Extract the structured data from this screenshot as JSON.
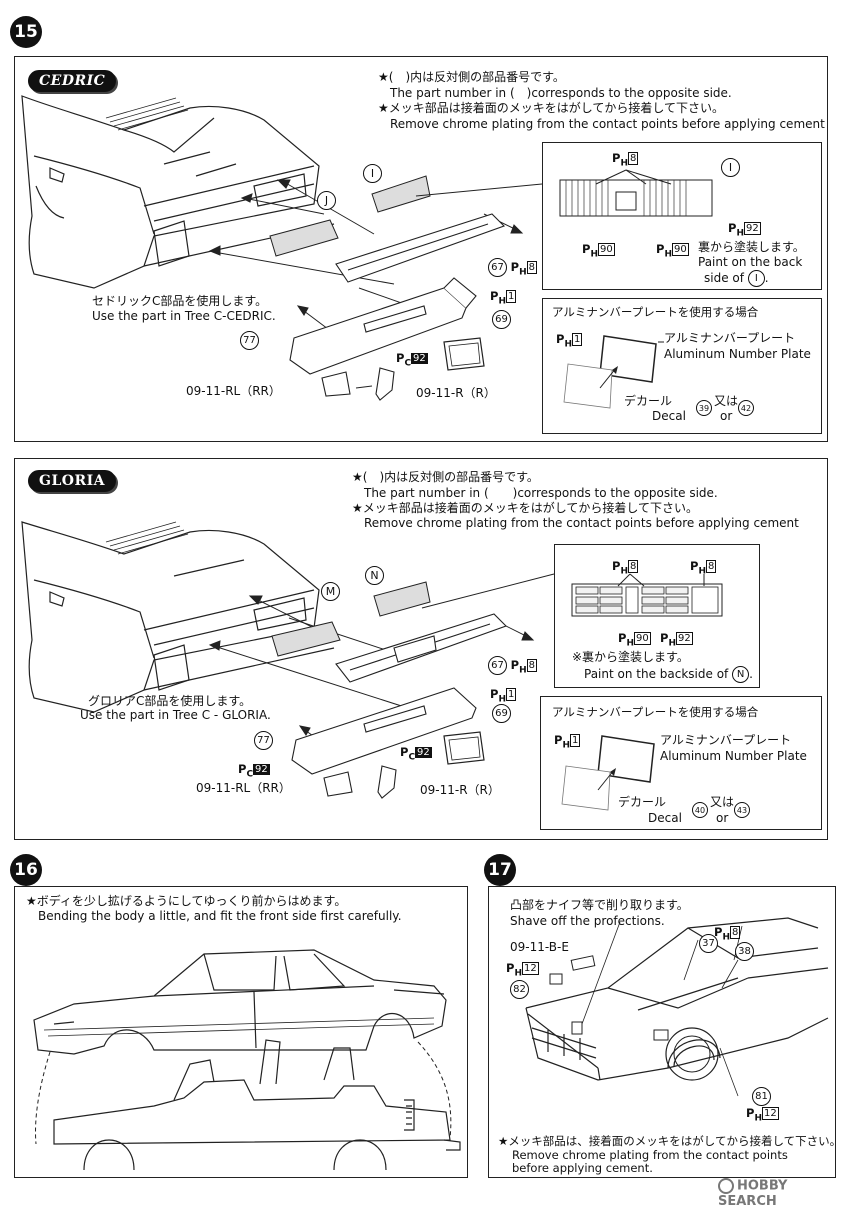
{
  "steps": [
    "15",
    "16",
    "17"
  ],
  "cedric": {
    "badge": "CEDRIC",
    "note1_jp": "★(　)内は反対側の部品番号です。",
    "note1_en": "The part number in (　)corresponds to the opposite side.",
    "note2_jp": "★メッキ部品は接着面のメッキをはがしてから接着して下さい。",
    "note2_en": "Remove chrome plating from the contact points before applying cement",
    "tree_jp": "セドリックC部品を使用します。",
    "tree_en": "Use the part in Tree C-CEDRIC.",
    "label_I": "I",
    "label_J": "J",
    "grille_part": "67",
    "grille_ph": "8",
    "ph1": "1",
    "plate_num": "69",
    "bumper_num": "77",
    "pc92": "92",
    "left_part": "09-11-RL（RR）",
    "right_part": "09-11-R（R）",
    "detail_ph8": "8",
    "detail_I": "I",
    "detail_ph92": "92",
    "detail_ph90a": "90",
    "detail_ph90b": "90",
    "paint_jp": "裏から塗装します。",
    "paint_en1": "Paint on the back",
    "paint_en2": "side of",
    "paint_en2_ref": "I",
    "alu_title": "アルミナンバープレートを使用する場合",
    "alu_ph1": "1",
    "alu_jp": "アルミナンバープレート",
    "alu_en": "Aluminum Number Plate",
    "decal_jp": "デカール",
    "decal_en": "Decal",
    "decal_a": "39",
    "decal_mid_jp": "又は",
    "decal_mid_en": "or",
    "decal_b": "42"
  },
  "gloria": {
    "badge": "GLORIA",
    "note1_jp": "★(　)内は反対側の部品番号です。",
    "note1_en": "The part number in (　　)corresponds to the opposite side.",
    "note2_jp": "★メッキ部品は接着面のメッキをはがしてから接着して下さい。",
    "note2_en": "Remove chrome plating from the contact points before applying cement",
    "tree_jp": "グロリアC部品を使用します。",
    "tree_en": "Use the part in Tree C - GLORIA.",
    "label_M": "M",
    "label_N": "N",
    "grille_part": "67",
    "grille_ph": "8",
    "ph1": "1",
    "plate_num": "69",
    "bumper_num": "77",
    "pc92a": "92",
    "pc92b": "92",
    "left_part": "09-11-RL（RR）",
    "right_part": "09-11-R（R）",
    "detail_ph8a": "8",
    "detail_ph8b": "8",
    "detail_ph90": "90",
    "detail_ph92": "92",
    "paint_jp": "※裏から塗装します。",
    "paint_en": "Paint on the backside of",
    "paint_ref": "N",
    "alu_title": "アルミナンバープレートを使用する場合",
    "alu_ph1": "1",
    "alu_jp": "アルミナンバープレート",
    "alu_en": "Aluminum Number Plate",
    "decal_jp": "デカール",
    "decal_en": "Decal",
    "decal_a": "40",
    "decal_mid_jp": "又は",
    "decal_mid_en": "or",
    "decal_b": "43"
  },
  "step16": {
    "note_jp": "★ボディを少し拡げるようにしてゆっくり前からはめます。",
    "note_en": "Bending the body a little, and fit the front side first carefully."
  },
  "step17": {
    "note1_jp": "凸部をナイフ等で削り取ります。",
    "note1_en": "Shave off the profections.",
    "part_be": "09-11-B-E",
    "ph12a": "12",
    "num82": "82",
    "ph8": "8",
    "num37": "37",
    "num38": "38",
    "num81": "81",
    "ph12b": "12",
    "note2_jp": "★メッキ部品は、接着面のメッキをはがしてから接着して下さい。",
    "note2_en1": "Remove chrome plating from the contact points",
    "note2_en2": "before applying cement."
  },
  "watermark": "HOBBY SEARCH"
}
